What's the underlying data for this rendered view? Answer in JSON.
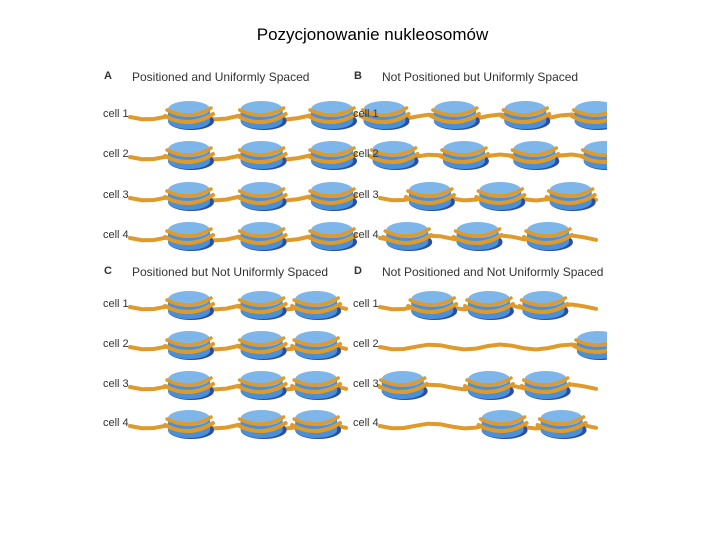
{
  "title": "Pozycjonowanie nukleosomów",
  "colors": {
    "dna": "#e09a2a",
    "histone_light": "#4a90d9",
    "histone_dark": "#2a4f9e",
    "histone_top": "#7fb6ea"
  },
  "panels": [
    {
      "letter": "A",
      "title": "Positioned and Uniformly Spaced",
      "rows": [
        {
          "label": "cell 1",
          "nucleosomes": [
            0.26,
            0.58,
            0.89
          ]
        },
        {
          "label": "cell 2",
          "nucleosomes": [
            0.26,
            0.58,
            0.89
          ]
        },
        {
          "label": "cell 3",
          "nucleosomes": [
            0.26,
            0.58,
            0.89
          ]
        },
        {
          "label": "cell 4",
          "nucleosomes": [
            0.26,
            0.58,
            0.89
          ]
        }
      ]
    },
    {
      "letter": "B",
      "title": "Not Positioned but Uniformly Spaced",
      "rows": [
        {
          "label": "cell 1",
          "nucleosomes": [
            0.02,
            0.33,
            0.64,
            0.95
          ]
        },
        {
          "label": "cell 2",
          "nucleosomes": [
            0.06,
            0.37,
            0.68,
            0.99
          ]
        },
        {
          "label": "cell 3",
          "nucleosomes": [
            0.22,
            0.53,
            0.84
          ]
        },
        {
          "label": "cell 4",
          "nucleosomes": [
            0.12,
            0.43,
            0.74
          ]
        }
      ]
    },
    {
      "letter": "C",
      "title": "Positioned but Not Uniformly Spaced",
      "rows": [
        {
          "label": "cell 1",
          "nucleosomes": [
            0.26,
            0.58,
            0.82
          ]
        },
        {
          "label": "cell 2",
          "nucleosomes": [
            0.26,
            0.58,
            0.82
          ]
        },
        {
          "label": "cell 3",
          "nucleosomes": [
            0.26,
            0.58,
            0.82
          ]
        },
        {
          "label": "cell 4",
          "nucleosomes": [
            0.26,
            0.58,
            0.82
          ]
        }
      ]
    },
    {
      "letter": "D",
      "title": "Not Positioned and Not Uniformly Spaced",
      "rows": [
        {
          "label": "cell 1",
          "nucleosomes": [
            0.23,
            0.48,
            0.72
          ]
        },
        {
          "label": "cell 2",
          "nucleosomes": [
            0.96
          ]
        },
        {
          "label": "cell 3",
          "nucleosomes": [
            0.1,
            0.48,
            0.73
          ]
        },
        {
          "label": "cell 4",
          "nucleosomes": [
            0.54,
            0.8
          ]
        }
      ]
    }
  ]
}
